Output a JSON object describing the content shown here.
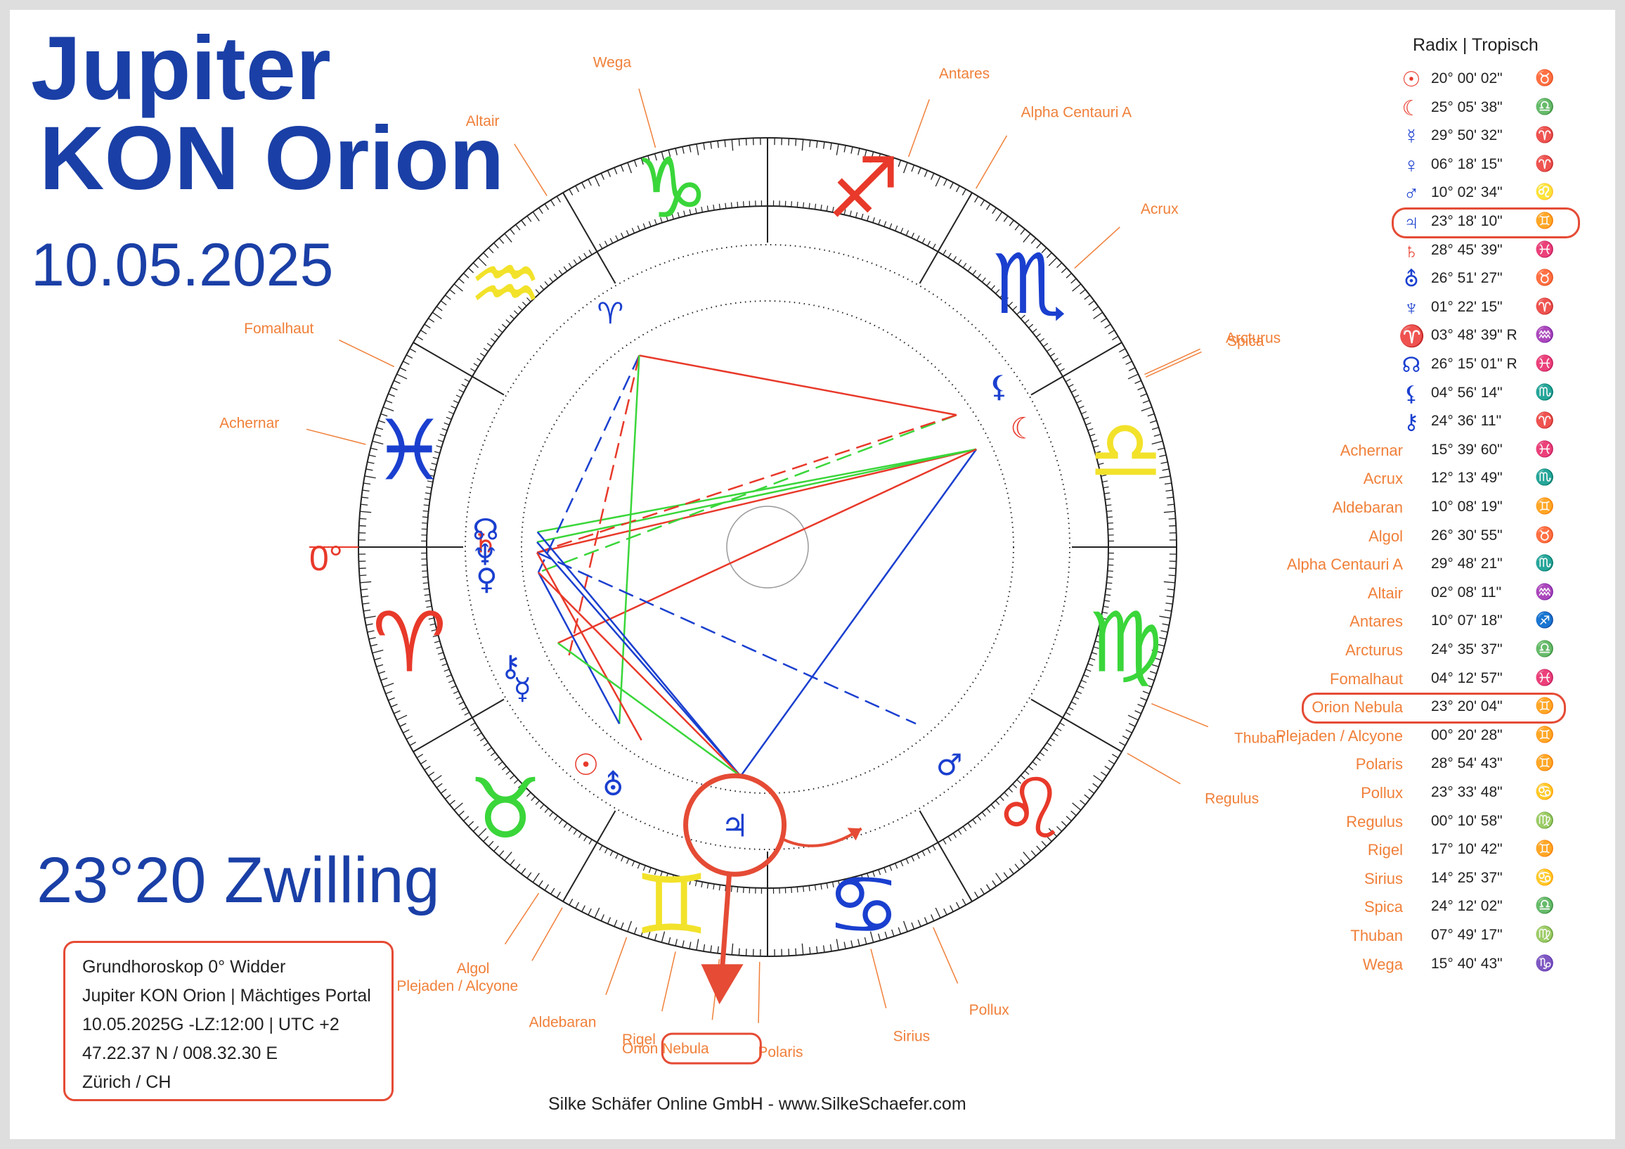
{
  "header": {
    "title_line1": "Jupiter",
    "title_line2": "KON Orion",
    "date": "10.05.2025",
    "position": "23°20 Zwilling"
  },
  "info_box": {
    "lines": [
      "Grundhoroskop 0° Widder",
      "Jupiter KON Orion | Mächtiges Portal",
      "10.05.2025G -LZ:12:00 | UTC +2",
      "47.22.37 N / 008.32.30 E",
      "Zürich / CH"
    ]
  },
  "footer": "Silke Schäfer Online GmbH - www.SilkeSchaefer.com",
  "table": {
    "title": "Radix | Tropisch",
    "planets": [
      {
        "glyph": "☉",
        "color": "#e8392a",
        "value": "20° 00' 02\"",
        "sign": "♉",
        "sign_color": "#3ad63a"
      },
      {
        "glyph": "☾",
        "color": "#e8392a",
        "value": "25° 05' 38\"",
        "sign": "♎",
        "sign_color": "#e8d82a"
      },
      {
        "glyph": "☿",
        "color": "#1a3fcf",
        "value": "29° 50' 32\"",
        "sign": "♈",
        "sign_color": "#e8392a"
      },
      {
        "glyph": "♀",
        "color": "#1a3fcf",
        "value": "06° 18' 15\"",
        "sign": "♈",
        "sign_color": "#e8392a"
      },
      {
        "glyph": "♂",
        "color": "#1a3fcf",
        "value": "10° 02' 34\"",
        "sign": "♌",
        "sign_color": "#e8392a"
      },
      {
        "glyph": "♃",
        "color": "#1a3fcf",
        "value": "23° 18' 10\"",
        "sign": "♊",
        "sign_color": "#e8d82a"
      },
      {
        "glyph": "♄",
        "color": "#e8392a",
        "value": "28° 45' 39\"",
        "sign": "♓",
        "sign_color": "#1a3fcf"
      },
      {
        "glyph": "⛢",
        "color": "#1a3fcf",
        "value": "26° 51' 27\"",
        "sign": "♉",
        "sign_color": "#3ad63a"
      },
      {
        "glyph": "♆",
        "color": "#1a3fcf",
        "value": "01° 22' 15\"",
        "sign": "♈",
        "sign_color": "#e8392a"
      },
      {
        "glyph": "♈",
        "color": "#1a3fcf",
        "value": "03° 48' 39\" R",
        "sign": "♒",
        "sign_color": "#e8d82a"
      },
      {
        "glyph": "☊",
        "color": "#1a3fcf",
        "value": "26° 15' 01\" R",
        "sign": "♓",
        "sign_color": "#1a3fcf"
      },
      {
        "glyph": "⚸",
        "color": "#1a3fcf",
        "value": "04° 56' 14\"",
        "sign": "♏",
        "sign_color": "#1a3fcf"
      },
      {
        "glyph": "⚷",
        "color": "#1a3fcf",
        "value": "24° 36' 11\"",
        "sign": "♈",
        "sign_color": "#e8392a"
      }
    ],
    "stars": [
      {
        "name": "Achernar",
        "value": "15° 39' 60\"",
        "sign": "♓",
        "sign_color": "#1a3fcf"
      },
      {
        "name": "Acrux",
        "value": "12° 13' 49\"",
        "sign": "♏",
        "sign_color": "#1a3fcf"
      },
      {
        "name": "Aldebaran",
        "value": "10° 08' 19\"",
        "sign": "♊",
        "sign_color": "#e8d82a"
      },
      {
        "name": "Algol",
        "value": "26° 30' 55\"",
        "sign": "♉",
        "sign_color": "#3ad63a"
      },
      {
        "name": "Alpha Centauri A",
        "value": "29° 48' 21\"",
        "sign": "♏",
        "sign_color": "#1a3fcf"
      },
      {
        "name": "Altair",
        "value": "02° 08' 11\"",
        "sign": "♒",
        "sign_color": "#e8d82a"
      },
      {
        "name": "Antares",
        "value": "10° 07' 18\"",
        "sign": "♐",
        "sign_color": "#e8392a"
      },
      {
        "name": "Arcturus",
        "value": "24° 35' 37\"",
        "sign": "♎",
        "sign_color": "#e8d82a"
      },
      {
        "name": "Fomalhaut",
        "value": "04° 12' 57\"",
        "sign": "♓",
        "sign_color": "#1a3fcf"
      },
      {
        "name": "Orion Nebula",
        "value": "23° 20' 04\"",
        "sign": "♊",
        "sign_color": "#e8d82a"
      },
      {
        "name": "Plejaden / Alcyone",
        "value": "00° 20' 28\"",
        "sign": "♊",
        "sign_color": "#e8d82a"
      },
      {
        "name": "Polaris",
        "value": "28° 54' 43\"",
        "sign": "♊",
        "sign_color": "#e8d82a"
      },
      {
        "name": "Pollux",
        "value": "23° 33' 48\"",
        "sign": "♋",
        "sign_color": "#1a3fcf"
      },
      {
        "name": "Regulus",
        "value": "00° 10' 58\"",
        "sign": "♍",
        "sign_color": "#3ad63a"
      },
      {
        "name": "Rigel",
        "value": "17° 10' 42\"",
        "sign": "♊",
        "sign_color": "#e8d82a"
      },
      {
        "name": "Sirius",
        "value": "14° 25' 37\"",
        "sign": "♋",
        "sign_color": "#1a3fcf"
      },
      {
        "name": "Spica",
        "value": "24° 12' 02\"",
        "sign": "♎",
        "sign_color": "#e8d82a"
      },
      {
        "name": "Thuban",
        "value": "07° 49' 17\"",
        "sign": "♍",
        "sign_color": "#3ad63a"
      },
      {
        "name": "Wega",
        "value": "15° 40' 43\"",
        "sign": "♑",
        "sign_color": "#3ad63a"
      }
    ]
  },
  "wheel": {
    "zero_label": "0°",
    "jupiter_glyph": "♃",
    "zodiac": [
      {
        "glyph": "♈",
        "color": "#e8392a"
      },
      {
        "glyph": "♉",
        "color": "#3ad63a"
      },
      {
        "glyph": "♊",
        "color": "#f2e22a"
      },
      {
        "glyph": "♋",
        "color": "#1a3fcf"
      },
      {
        "glyph": "♌",
        "color": "#e8392a"
      },
      {
        "glyph": "♍",
        "color": "#3ad63a"
      },
      {
        "glyph": "♎",
        "color": "#f2e22a"
      },
      {
        "glyph": "♏",
        "color": "#1a3fcf"
      },
      {
        "glyph": "♐",
        "color": "#e8392a"
      },
      {
        "glyph": "♑",
        "color": "#3ad63a"
      },
      {
        "glyph": "♒",
        "color": "#f2e22a"
      },
      {
        "glyph": "♓",
        "color": "#1a3fcf"
      }
    ],
    "planets": [
      {
        "glyph": "☉",
        "longitude": 50.0,
        "color": "#e8392a"
      },
      {
        "glyph": "☾",
        "longitude": 205.09,
        "color": "#e8392a"
      },
      {
        "glyph": "☿",
        "longitude": 29.84,
        "color": "#1a3fcf"
      },
      {
        "glyph": "♀",
        "longitude": 6.3,
        "color": "#1a3fcf"
      },
      {
        "glyph": "♂",
        "longitude": 130.04,
        "color": "#1a3fcf"
      },
      {
        "glyph": "♄",
        "longitude": 358.76,
        "color": "#e8392a"
      },
      {
        "glyph": "⛢",
        "longitude": 56.86,
        "color": "#1a3fcf"
      },
      {
        "glyph": "♆",
        "longitude": 1.37,
        "color": "#1a3fcf"
      },
      {
        "glyph": "♈",
        "longitude": 303.81,
        "color": "#1a3fcf"
      },
      {
        "glyph": "☊",
        "longitude": 356.25,
        "color": "#1a3fcf"
      },
      {
        "glyph": "⚸",
        "longitude": 214.94,
        "color": "#1a3fcf"
      },
      {
        "glyph": "⚷",
        "longitude": 24.6,
        "color": "#1a3fcf"
      }
    ],
    "stars": [
      {
        "name": "Achernar",
        "longitude": 345.67
      },
      {
        "name": "Acrux",
        "longitude": 222.23
      },
      {
        "name": "Aldebaran",
        "longitude": 70.14
      },
      {
        "name": "Algol",
        "longitude": 56.52
      },
      {
        "name": "Alpha Centauri A",
        "longitude": 239.81
      },
      {
        "name": "Altair",
        "longitude": 302.14
      },
      {
        "name": "Antares",
        "longitude": 250.12
      },
      {
        "name": "Arcturus",
        "longitude": 204.59
      },
      {
        "name": "Fomalhaut",
        "longitude": 334.22
      },
      {
        "name": "Orion Nebula",
        "longitude": 83.33
      },
      {
        "name": "Plejaden / Alcyone",
        "longitude": 60.34
      },
      {
        "name": "Polaris",
        "longitude": 88.91
      },
      {
        "name": "Pollux",
        "longitude": 113.56
      },
      {
        "name": "Regulus",
        "longitude": 150.18
      },
      {
        "name": "Rigel",
        "longitude": 77.18
      },
      {
        "name": "Sirius",
        "longitude": 104.43
      },
      {
        "name": "Spica",
        "longitude": 204.2
      },
      {
        "name": "Thuban",
        "longitude": 157.82
      },
      {
        "name": "Wega",
        "longitude": 285.68
      }
    ],
    "aspects": [
      {
        "from": "☾",
        "to": "♆",
        "color": "#e8392a",
        "style": "solid"
      },
      {
        "from": "☾",
        "to": "☊",
        "color": "#3ad63a",
        "style": "solid"
      },
      {
        "from": "☾",
        "to": "♄",
        "color": "#3ad63a",
        "style": "solid"
      },
      {
        "from": "☾",
        "to": "♃",
        "color": "#1a3fcf",
        "style": "solid"
      },
      {
        "from": "☾",
        "to": "⚷",
        "color": "#e8392a",
        "style": "solid"
      },
      {
        "from": "⚸",
        "to": "♀",
        "color": "#3ad63a",
        "style": "dashed"
      },
      {
        "from": "⚸",
        "to": "♆",
        "color": "#e8392a",
        "style": "dashed"
      },
      {
        "from": "♈",
        "to": "⚸",
        "color": "#e8392a",
        "style": "solid"
      },
      {
        "from": "♈",
        "to": "♀",
        "color": "#1a3fcf",
        "style": "dashed"
      },
      {
        "from": "♈",
        "to": "☿",
        "color": "#e8392a",
        "style": "dashed"
      },
      {
        "from": "♈",
        "to": "☉",
        "color": "#3ad63a",
        "style": "solid"
      },
      {
        "from": "☊",
        "to": "♃",
        "color": "#1a3fcf",
        "style": "solid"
      },
      {
        "from": "♄",
        "to": "♃",
        "color": "#1a3fcf",
        "style": "solid"
      },
      {
        "from": "♀",
        "to": "☉",
        "color": "#1a3fcf",
        "style": "solid"
      },
      {
        "from": "♆",
        "to": "♂",
        "color": "#1a3fcf",
        "style": "dashed"
      },
      {
        "from": "♆",
        "to": "⛢",
        "color": "#e8392a",
        "style": "solid"
      },
      {
        "from": "♀",
        "to": "♃",
        "color": "#e8392a",
        "style": "solid"
      },
      {
        "from": "⚷",
        "to": "♃",
        "color": "#3ad63a",
        "style": "solid"
      }
    ]
  },
  "colors": {
    "title_blue": "#1a3fa6",
    "star_label": "#f0803a",
    "highlight": "#e54b35"
  }
}
